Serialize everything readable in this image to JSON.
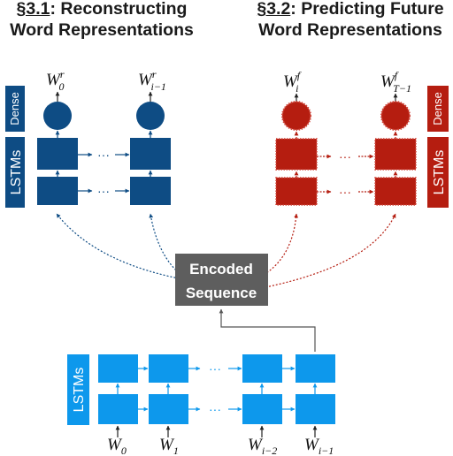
{
  "headings": {
    "reconstruct_ref": "§3.1",
    "reconstruct_line1": ": Reconstructing",
    "reconstruct_line2": "Word Representations",
    "predict_ref": "§3.2",
    "predict_line1": ": Predicting Future",
    "predict_line2": "Word Representations"
  },
  "reconstruct_decoder": {
    "dense_label": "Dense",
    "lstm_label": "LSTMs",
    "outputs": [
      {
        "base": "W",
        "sup": "r",
        "sub": "0"
      },
      {
        "base": "W",
        "sup": "r",
        "sub": "i−1"
      }
    ],
    "ellipsis": "···"
  },
  "predict_decoder": {
    "dense_label": "Dense",
    "lstm_label": "LSTMs",
    "outputs": [
      {
        "base": "W",
        "sup": "f",
        "sub": "i"
      },
      {
        "base": "W",
        "sup": "f",
        "sub": "T−1"
      }
    ],
    "ellipsis": "···"
  },
  "encoder": {
    "lstm_label": "LSTMs",
    "ellipsis": "···",
    "inputs": [
      {
        "base": "W",
        "sub": "0"
      },
      {
        "base": "W",
        "sub": "1"
      },
      {
        "base": "W",
        "sub": "i−2"
      },
      {
        "base": "W",
        "sub": "i−1"
      }
    ]
  },
  "encoded_sequence": {
    "line1": "Encoded",
    "line2": "Sequence"
  },
  "colors": {
    "reconstruct": "#0e4c84",
    "predict": "#b51d10",
    "encoder": "#0d98ec",
    "encoded_box": "#5e5e5e"
  }
}
